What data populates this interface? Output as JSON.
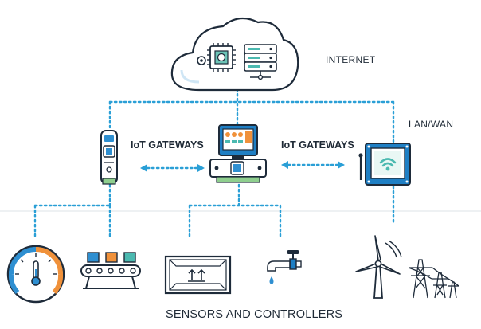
{
  "labels": {
    "internet": "INTERNET",
    "lan_wan": "LAN/WAN",
    "gateways_left": "IoT GATEWAYS",
    "gateways_right": "IoT GATEWAYS",
    "sensors_controllers": "SENSORS AND CONTROLLERS"
  },
  "colors": {
    "connector": "#2a9fd6",
    "outline": "#1e2b3a",
    "accent_blue": "#2e8fd1",
    "accent_orange": "#f0913a",
    "accent_green": "#8fcf8e",
    "accent_teal": "#4bb9b0",
    "panel_blue": "#1f7fc4"
  },
  "icons": {
    "cloud": "cloud-icon",
    "cloud_chip": "processor-chip-icon",
    "cloud_server": "server-stack-icon",
    "gateway_left": "handheld-gateway-icon",
    "gateway_center": "router-gateway-icon",
    "gateway_right": "wifi-panel-gateway-icon",
    "gauge": "temperature-gauge-icon",
    "conveyor": "conveyor-belt-icon",
    "box": "shipping-box-icon",
    "tap": "water-tap-icon",
    "wind_turbine": "wind-turbine-icon",
    "power_pylons": "power-pylons-icon"
  }
}
